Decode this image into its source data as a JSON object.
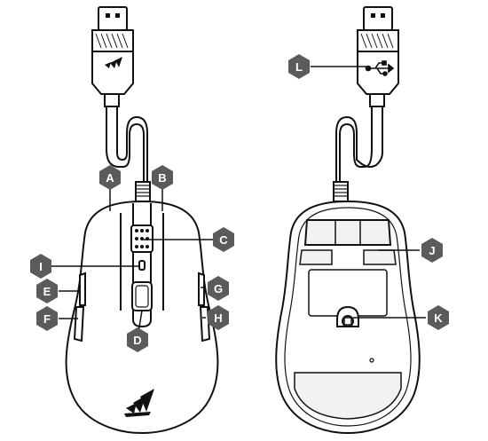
{
  "callouts": {
    "A": "A",
    "B": "B",
    "C": "C",
    "D": "D",
    "E": "E",
    "F": "F",
    "G": "G",
    "H": "H",
    "I": "I",
    "J": "J",
    "K": "K",
    "L": "L"
  },
  "colors": {
    "line": "#111111",
    "callout_fill": "#5b5b5b",
    "callout_text": "#ffffff",
    "background": "#ffffff",
    "pad_shade": "#f2f2f2"
  },
  "icons": {
    "logo": "corsair-sails-logo",
    "usb": "usb-symbol-icon"
  }
}
